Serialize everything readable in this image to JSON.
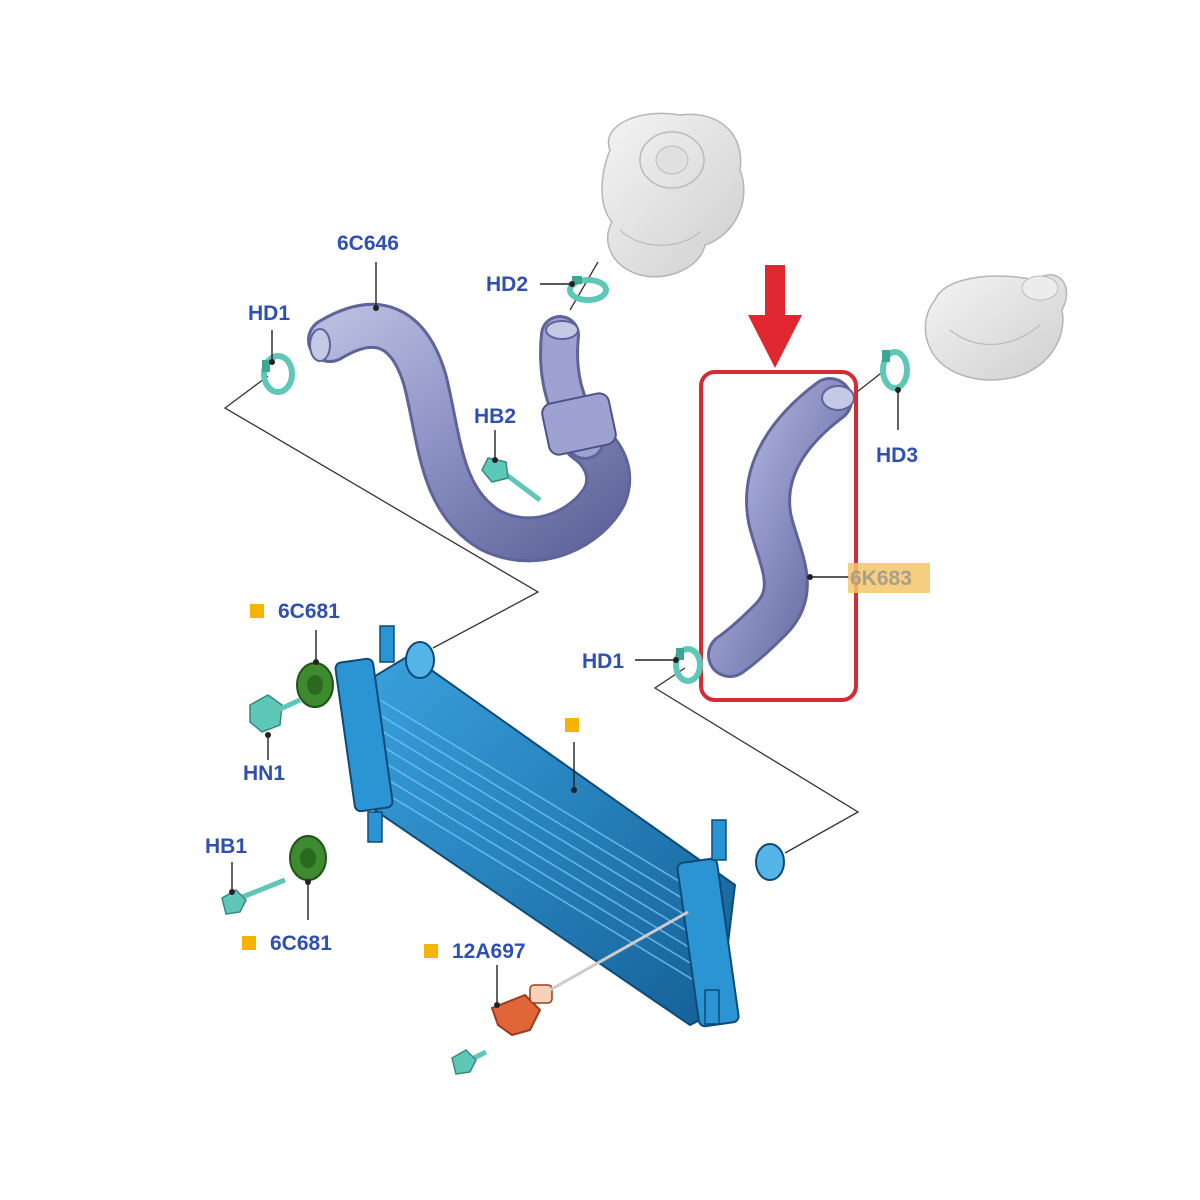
{
  "colors": {
    "label": "#2f4fb3",
    "marker": "#f5b400",
    "highlight_box": "#d62b35",
    "highlight_label_bg": "#f5c66a",
    "hose": "#8a8fc2",
    "intercooler": "#1f86c8",
    "clamp": "#5fc7b8",
    "bushing": "#3e8a2e",
    "sensor": "#e0663a",
    "turbo": "#e6e6e6"
  },
  "icons": {
    "arrow": "red-down-arrow-icon",
    "marker": "orange-square-marker-icon"
  },
  "labels": {
    "hose_upper": "6C646",
    "hd1_left": "HD1",
    "hd2": "HD2",
    "hb2": "HB2",
    "hd3": "HD3",
    "hose_highlighted": "6K683",
    "hd1_right": "HD1",
    "bushing_top": "6C681",
    "hn1": "HN1",
    "hb1": "HB1",
    "bushing_bottom": "6C681",
    "sensor": "12A697"
  }
}
